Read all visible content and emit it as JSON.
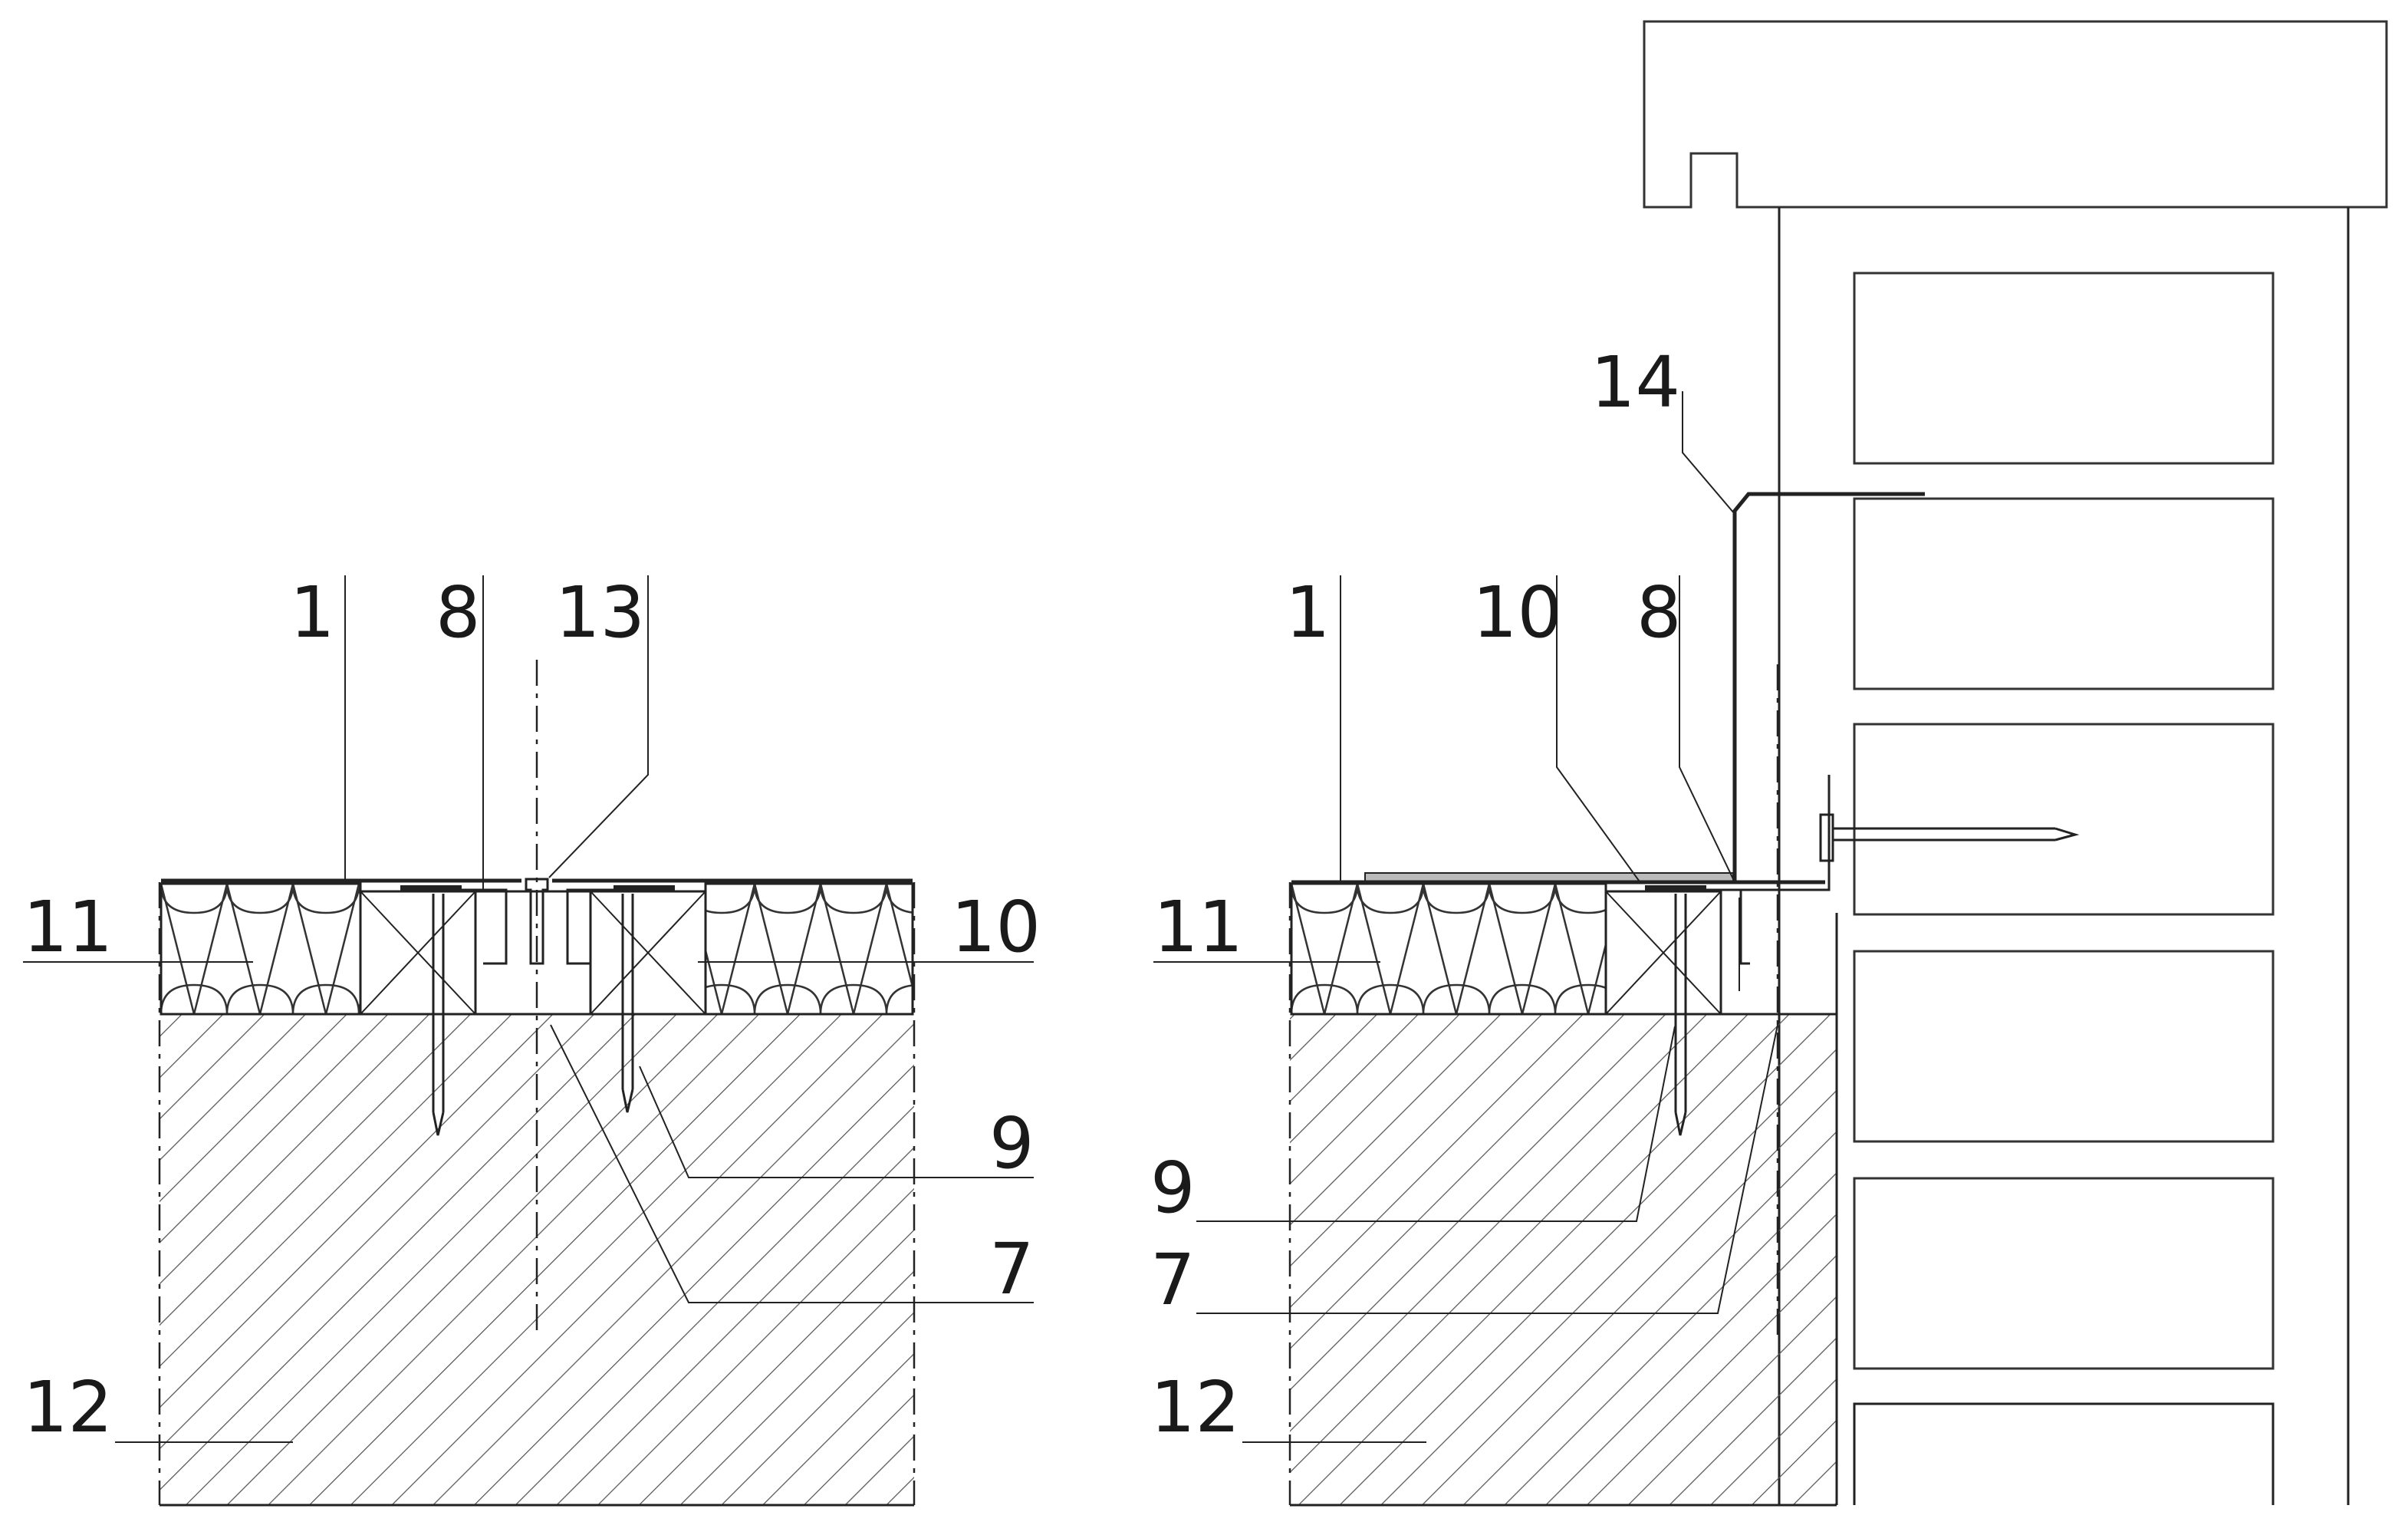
{
  "labels": {
    "left_1": "1",
    "left_8": "8",
    "left_13": "13",
    "left_11": "11",
    "left_10": "10",
    "left_9": "9",
    "left_7": "7",
    "left_12": "12",
    "right_14": "14",
    "right_1": "1",
    "right_10": "10",
    "right_8": "8",
    "right_11": "11",
    "right_9": "9",
    "right_7": "7",
    "right_12": "12"
  },
  "colors": {
    "line": "#222222",
    "background": "#ffffff"
  }
}
